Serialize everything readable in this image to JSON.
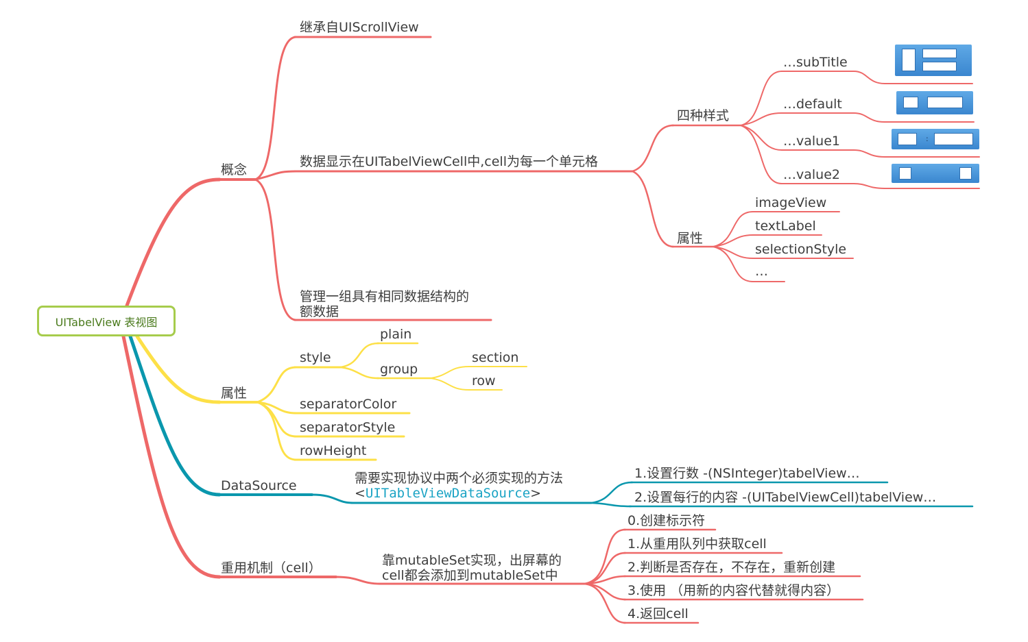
{
  "root": {
    "label": "UITabelView 表视图"
  },
  "colors": {
    "red": "#ee6868",
    "yellow": "#fde047",
    "teal": "#0a97ad",
    "green": "#a6cc4c"
  },
  "concept": {
    "label": "概念",
    "inherit": "继承自UIScrollView",
    "cell_data": "数据显示在UITabelViewCell中,cell为每一个单元格",
    "four_styles": {
      "label": "四种样式",
      "items": [
        "…subTitle",
        "…default",
        "…value1",
        "…value2"
      ]
    },
    "cell_props": {
      "label": "属性",
      "items": [
        "imageView",
        "textLabel",
        "selectionStyle",
        "…"
      ]
    },
    "manage_line1": "管理一组具有相同数据结构的",
    "manage_line2": "额数据"
  },
  "props": {
    "label": "属性",
    "style": "style",
    "plain": "plain",
    "group": "group",
    "section": "section",
    "row": "row",
    "separatorColor": "separatorColor",
    "separatorStyle": "separatorStyle",
    "rowHeight": "rowHeight"
  },
  "datasource": {
    "label": "DataSource",
    "desc_line1": "需要实现协议中两个必须实现的方法",
    "desc_open": "<",
    "desc_protocol": "UITableViewDataSource",
    "desc_close": ">",
    "item1": "1.设置行数  -(NSInteger)tabelView…",
    "item2": "2.设置每行的内容 -(UITabelViewCell)tabelView…"
  },
  "reuse": {
    "label": "重用机制（cell）",
    "desc_line1": "靠mutableSet实现，出屏幕的",
    "desc_line2": "cell都会添加到mutableSet中",
    "steps": [
      "0.创建标示符",
      "1.从重用队列中获取cell",
      "2.判断是否存在，不存在，重新创建",
      "3.使用 （用新的内容代替就得内容）",
      "4.返回cell"
    ]
  }
}
